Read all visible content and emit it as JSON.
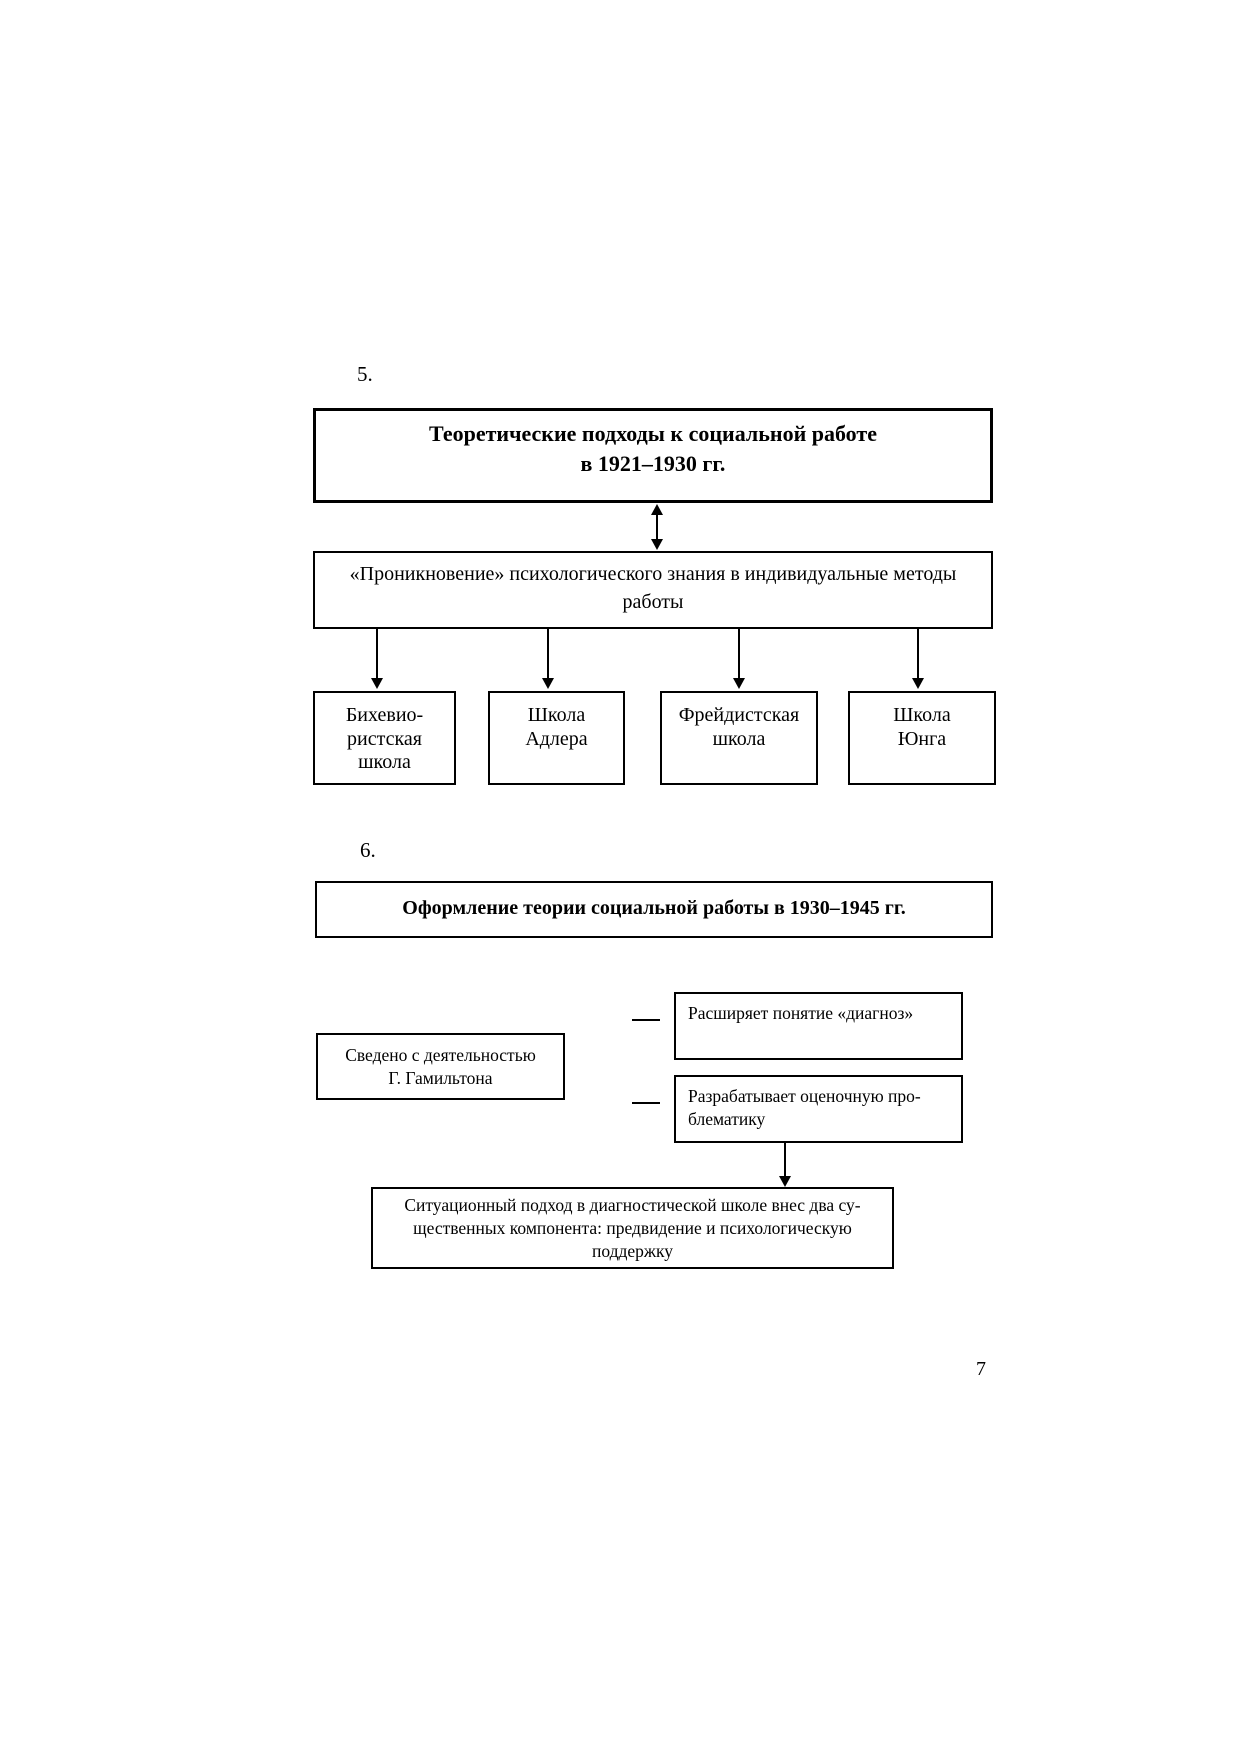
{
  "page_number": "7",
  "colors": {
    "ink": "#000000",
    "background": "#ffffff"
  },
  "diagram5": {
    "label": "5.",
    "title_box": "Теоретические подходы к социальной работе\nв 1921–1930 гг.",
    "penetration_box": "«Проникновение» психологического знания в индивидуальные методы\nработы",
    "schools": [
      {
        "text": "Бихевио-\nристская\nшкола"
      },
      {
        "text": "Школа\nАдлера"
      },
      {
        "text": "Фрейдистская\nшкола"
      },
      {
        "text": "Школа\nЮнга"
      }
    ]
  },
  "diagram6": {
    "label": "6.",
    "title_box": "Оформление теории социальной работы в 1930–1945 гг.",
    "hamilton_box": "Сведено с деятельностью\nГ. Гамильтона",
    "diagnosis_box": "Расширяет понятие «диагноз»",
    "evaluation_box": "Разрабатывает оценочную про-\nблематику",
    "situational_box": "Ситуационный подход в диагностической школе внес два су-\nщественных компонента: предвидение и психологическую\nподдержку"
  }
}
